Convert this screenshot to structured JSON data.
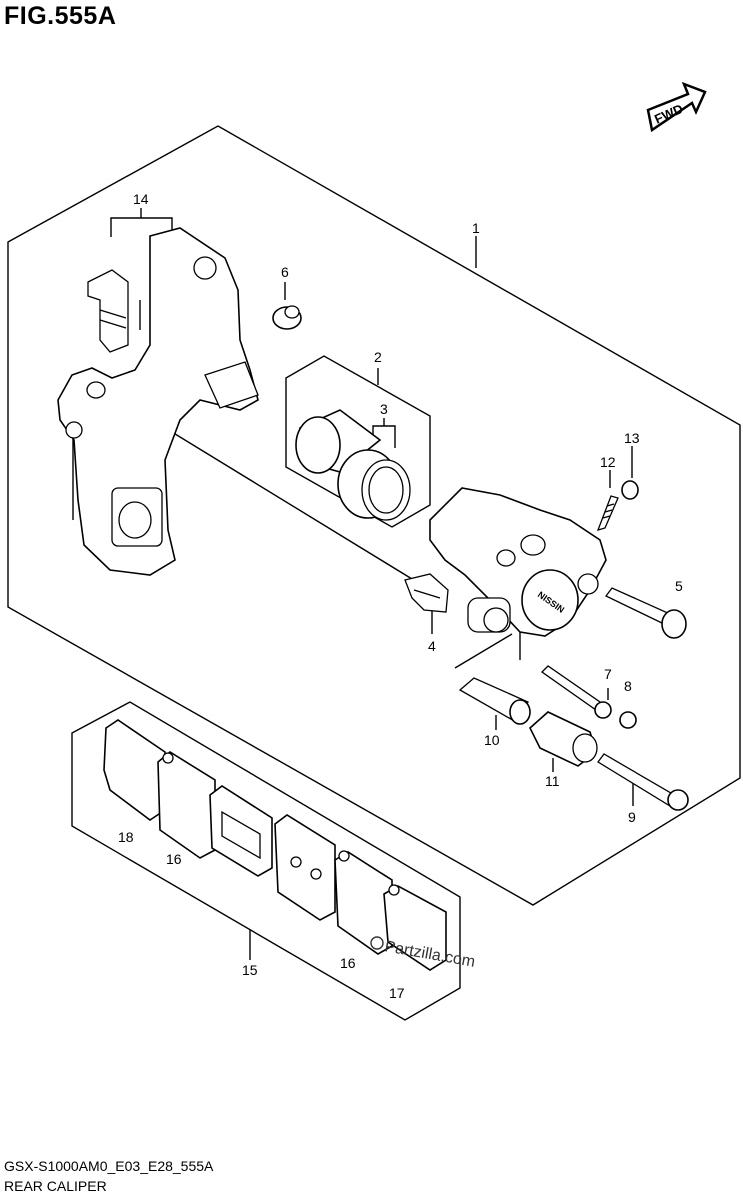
{
  "figure": {
    "title": "FIG.555A",
    "fwd_label": "FWD",
    "caliper_mark": "NISSIN"
  },
  "footer": {
    "code": "GSX-S1000AM0_E03_E28_555A",
    "caption": "REAR CALIPER"
  },
  "watermark": "Partzilla.com",
  "callouts": {
    "c1": "1",
    "c2": "2",
    "c3": "3",
    "c4": "4",
    "c5": "5",
    "c6": "6",
    "c7": "7",
    "c8": "8",
    "c9": "9",
    "c10": "10",
    "c11": "11",
    "c12": "12",
    "c13": "13",
    "c14": "14",
    "c15": "15",
    "c16a": "16",
    "c16b": "16",
    "c17": "17",
    "c18": "18"
  }
}
